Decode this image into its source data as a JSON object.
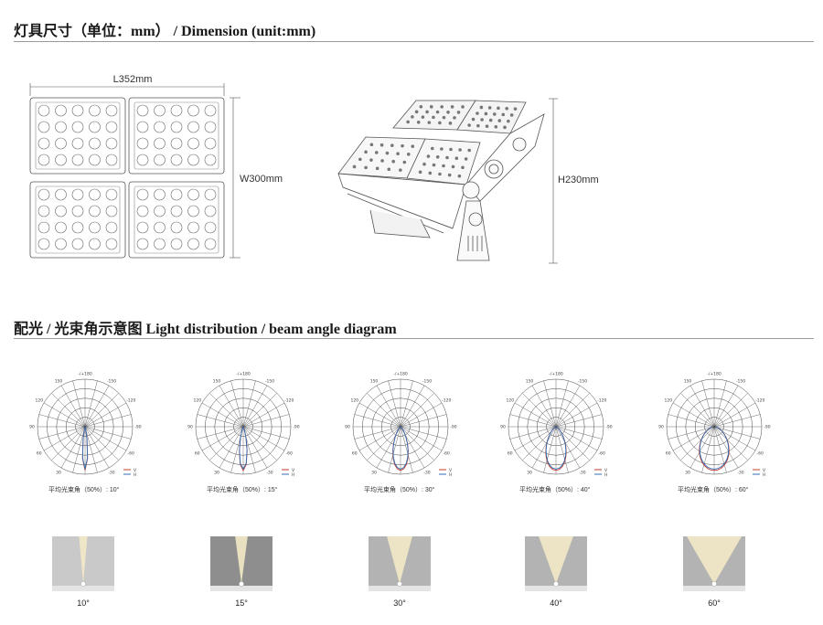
{
  "sections": {
    "dimension_title": "灯具尺寸（单位：mm） / Dimension (unit:mm)",
    "light_title": "配光 / 光束角示意图   Light distribution / beam angle diagram"
  },
  "dimensions": {
    "length": "L352mm",
    "width": "W300mm",
    "height": "H230mm"
  },
  "polar": {
    "angle_labels": [
      "-150",
      "-/+180",
      "150",
      "-120",
      "120",
      "-90",
      "90",
      "-60",
      "60",
      "-30",
      "30"
    ],
    "legend": [
      "V",
      "H"
    ],
    "captions": [
      "平均光束角（50%）: 10°",
      "平均光束角（50%）: 15°",
      "平均光束角（50%）: 30°",
      "平均光束角（50%）: 40°",
      "平均光束角（50%）: 60°"
    ]
  },
  "beams": [
    {
      "label": "10°",
      "angle": 10,
      "bg": "#c9c9c9"
    },
    {
      "label": "15°",
      "angle": 15,
      "bg": "#8e8e8e"
    },
    {
      "label": "30°",
      "angle": 30,
      "bg": "#b3b3b3"
    },
    {
      "label": "40°",
      "angle": 40,
      "bg": "#b3b3b3"
    },
    {
      "label": "60°",
      "angle": 60,
      "bg": "#b3b3b3"
    }
  ],
  "colors": {
    "curve_v": "#c0392b",
    "curve_h": "#2f6db5",
    "beam_light": "#f3e9c6"
  }
}
